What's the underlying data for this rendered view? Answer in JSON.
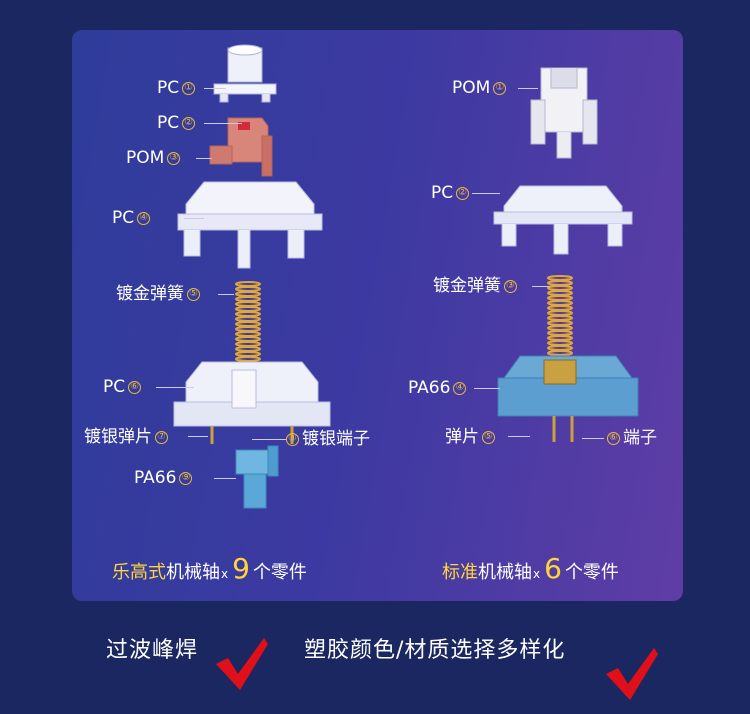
{
  "left": {
    "labels": [
      {
        "text": "PC",
        "num": "①"
      },
      {
        "text": "PC",
        "num": "②"
      },
      {
        "text": "POM",
        "num": "③"
      },
      {
        "text": "PC",
        "num": "④"
      },
      {
        "text": "镀金弹簧",
        "num": "⑤"
      },
      {
        "text": "PC",
        "num": "⑥"
      },
      {
        "text": "镀银弹片",
        "num": "⑦"
      },
      {
        "text": "镀银端子",
        "num": "⑧"
      },
      {
        "text": "PA66",
        "num": "⑨"
      }
    ],
    "caption": {
      "highlight": "乐高式",
      "rest": "机械轴",
      "times": "x",
      "count": "9",
      "suffix": "个零件"
    }
  },
  "right": {
    "labels": [
      {
        "text": "POM",
        "num": "①"
      },
      {
        "text": "PC",
        "num": "②"
      },
      {
        "text": "镀金弹簧",
        "num": "③"
      },
      {
        "text": "PA66",
        "num": "④"
      },
      {
        "text": "弹片",
        "num": "⑤"
      },
      {
        "text": "端子",
        "num": "⑥"
      }
    ],
    "caption": {
      "highlight": "标准",
      "rest": "机械轴",
      "times": "x",
      "count": "6",
      "suffix": "个零件"
    }
  },
  "bottom": {
    "left_text": "过波峰焊",
    "right_text": "塑胶颜色/材质选择多样化"
  },
  "colors": {
    "background": "#1b2760",
    "panel_start": "#2f3c9a",
    "panel_end": "#5f3da6",
    "accent_yellow": "#ffd43b",
    "number_gold": "#e8b93a",
    "check_red": "#e0101a"
  }
}
